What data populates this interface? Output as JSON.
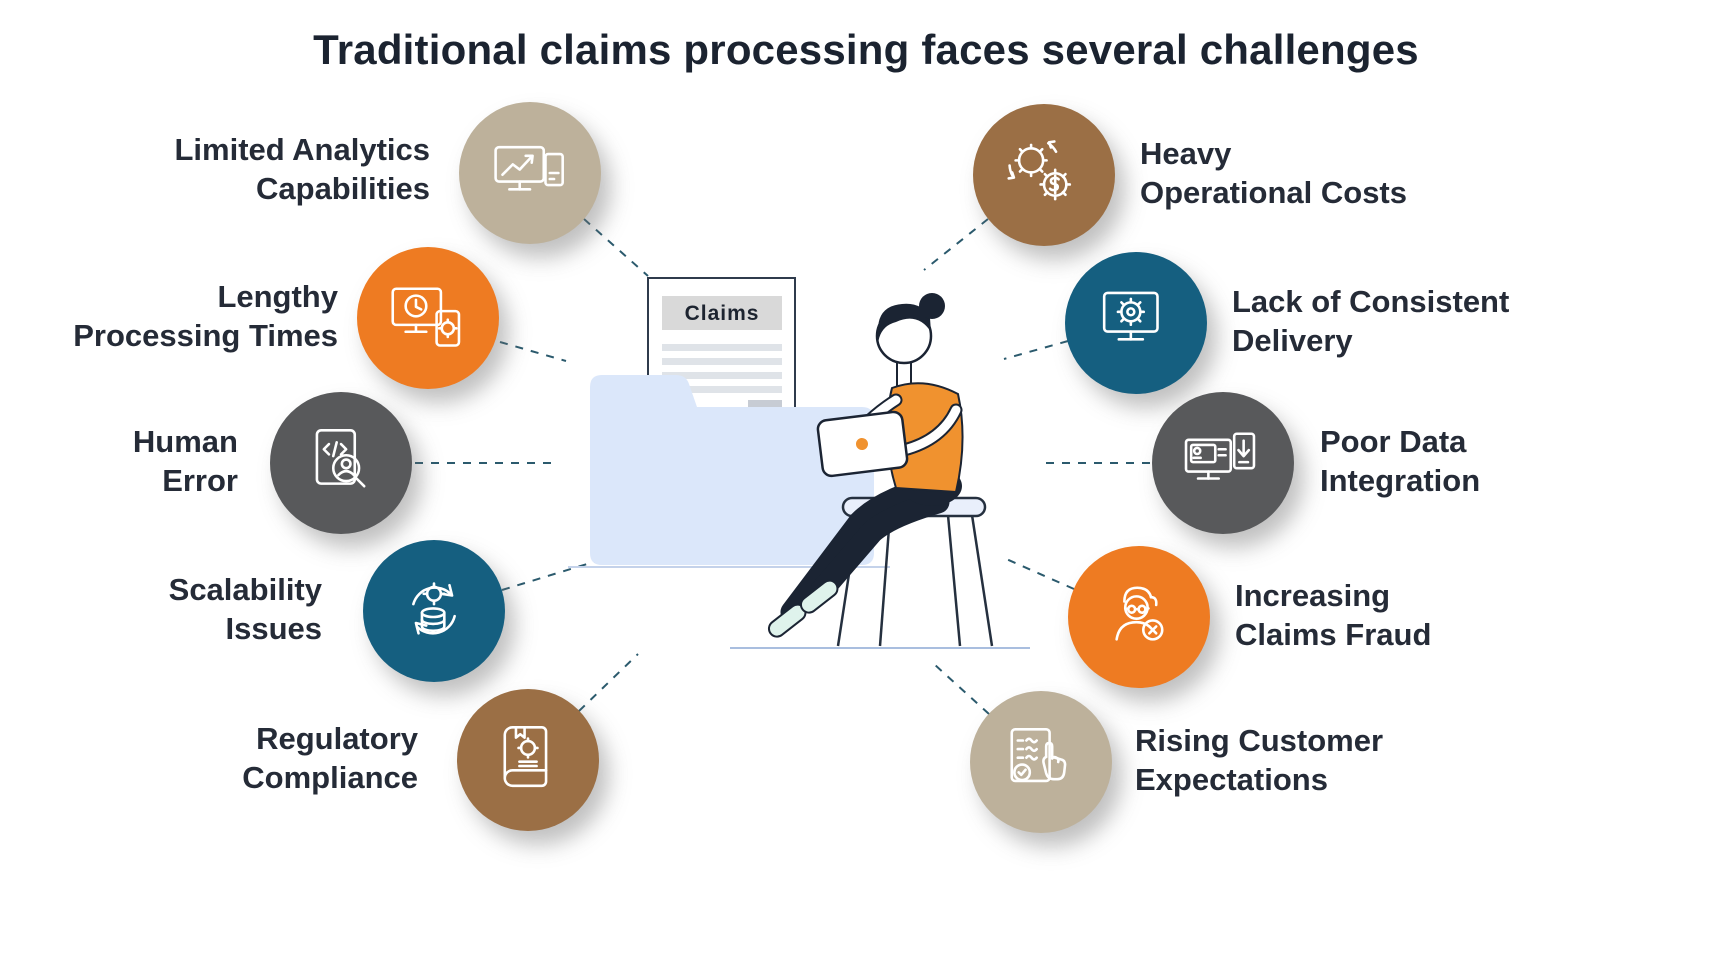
{
  "title": "Traditional claims processing faces several challenges",
  "center": {
    "folder_label": "Claims",
    "folder_color": "#dbe7fa"
  },
  "palette": {
    "tan": "#bdb19b",
    "orange": "#ee7b22",
    "gray": "#58595b",
    "teal": "#155f80",
    "brown": "#9b6f45",
    "title_text": "#1b2330",
    "label_text": "#252b37",
    "connector": "#2b5a6d"
  },
  "left_challenges": [
    {
      "label": "Limited Analytics\nCapabilities",
      "color": "#bdb19b",
      "icon": "analytics-devices-icon"
    },
    {
      "label": "Lengthy\nProcessing Times",
      "color": "#ee7b22",
      "icon": "monitor-clock-icon"
    },
    {
      "label": "Human\nError",
      "color": "#58595b",
      "icon": "tablet-magnifier-person-icon"
    },
    {
      "label": "Scalability\nIssues",
      "color": "#155f80",
      "icon": "gear-sync-database-icon"
    },
    {
      "label": "Regulatory\nCompliance",
      "color": "#9b6f45",
      "icon": "rulebook-gear-icon"
    }
  ],
  "right_challenges": [
    {
      "label": "Heavy\nOperational Costs",
      "color": "#9b6f45",
      "icon": "gears-dollar-icon"
    },
    {
      "label": "Lack of Consistent\nDelivery",
      "color": "#155f80",
      "icon": "monitor-gear-icon"
    },
    {
      "label": "Poor Data\nIntegration",
      "color": "#58595b",
      "icon": "monitor-devices-sync-icon"
    },
    {
      "label": "Increasing\nClaims Fraud",
      "color": "#ee7b22",
      "icon": "fraudster-x-icon"
    },
    {
      "label": "Rising Customer\nExpectations",
      "color": "#bdb19b",
      "icon": "checklist-pointing-hand-icon"
    }
  ]
}
